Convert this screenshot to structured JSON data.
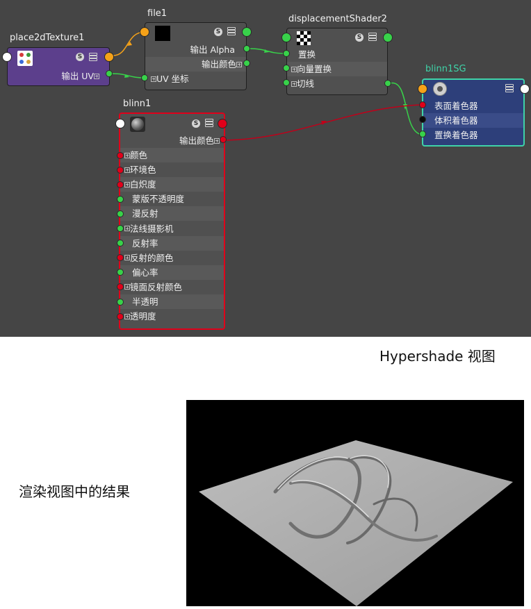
{
  "nodes": {
    "place2d": {
      "title": "place2dTexture1",
      "out_uv": "输出 UV"
    },
    "file": {
      "title": "file1",
      "out_alpha": "输出 Alpha",
      "out_color": "输出颜色",
      "uv_coord": "UV 坐标"
    },
    "disp": {
      "title": "displacementShader2",
      "rows": [
        "置换",
        "向量置换",
        "切线"
      ]
    },
    "sg": {
      "title": "blinn1SG",
      "rows": [
        "表面着色器",
        "体积着色器",
        "置换着色器"
      ]
    },
    "blinn": {
      "title": "blinn1",
      "out_color": "输出颜色",
      "attrs": [
        {
          "label": "颜色",
          "port": "red",
          "expand": true
        },
        {
          "label": "环境色",
          "port": "red",
          "expand": true
        },
        {
          "label": "白炽度",
          "port": "red",
          "expand": true
        },
        {
          "label": "蒙版不透明度",
          "port": "green",
          "expand": false
        },
        {
          "label": "漫反射",
          "port": "green",
          "expand": false
        },
        {
          "label": "法线摄影机",
          "port": "green",
          "expand": true
        },
        {
          "label": "反射率",
          "port": "green",
          "expand": false
        },
        {
          "label": "反射的颜色",
          "port": "red",
          "expand": true
        },
        {
          "label": "偏心率",
          "port": "green",
          "expand": false
        },
        {
          "label": "镜面反射颜色",
          "port": "red",
          "expand": true
        },
        {
          "label": "半透明",
          "port": "green",
          "expand": false
        },
        {
          "label": "透明度",
          "port": "red",
          "expand": true
        }
      ]
    }
  },
  "icons": {
    "swatch": "s-icon",
    "menu": "menu-icon"
  },
  "s_letter": "S",
  "captions": {
    "hypershade": "Hypershade 视图",
    "render": "渲染视图中的结果"
  },
  "colors": {
    "graph_bg": "#454545",
    "port_green": "#38d24a",
    "port_red": "#e0001a",
    "port_orange": "#f5a219",
    "sg_border": "#3fd3a8",
    "sg_fill": "#2d3f7a",
    "blinn_border": "#e0001a",
    "place2d_fill": "#5c3f8c"
  }
}
